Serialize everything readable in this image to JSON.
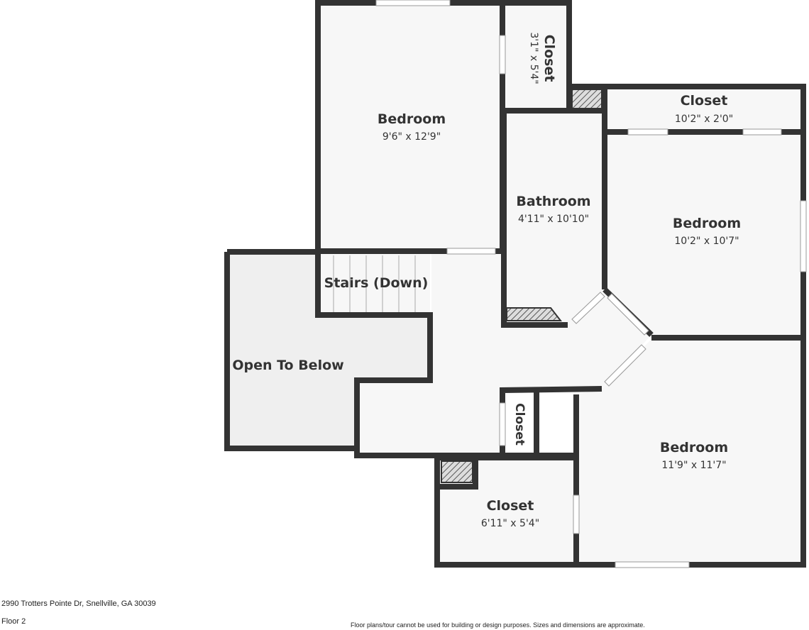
{
  "floor_plan": {
    "rooms": [
      {
        "name": "Bedroom",
        "dims": "9'6\" x 12'9\""
      },
      {
        "name": "Closet",
        "dims": "3'1\" x 5'4\""
      },
      {
        "name": "Closet",
        "dims": "10'2\" x 2'0\""
      },
      {
        "name": "Bathroom",
        "dims": "4'11\" x 10'10\""
      },
      {
        "name": "Bedroom",
        "dims": "10'2\" x 10'7\""
      },
      {
        "name": "Stairs (Down)"
      },
      {
        "name": "Open To Below"
      },
      {
        "name": "Closet"
      },
      {
        "name": "Bedroom",
        "dims": "11'9\" x 11'7\""
      },
      {
        "name": "Closet",
        "dims": "6'11\" x 5'4\""
      }
    ],
    "colors": {
      "wall": "#333333",
      "room": "#f7f7f7",
      "open_to_below": "#efefef"
    }
  },
  "footer": {
    "address": "2990 Trotters Pointe Dr, Snellville, GA 30039",
    "floor": "Floor 2",
    "disclaimer": "Floor plans/tour cannot be used for building or design purposes. Sizes and dimensions are approximate."
  }
}
